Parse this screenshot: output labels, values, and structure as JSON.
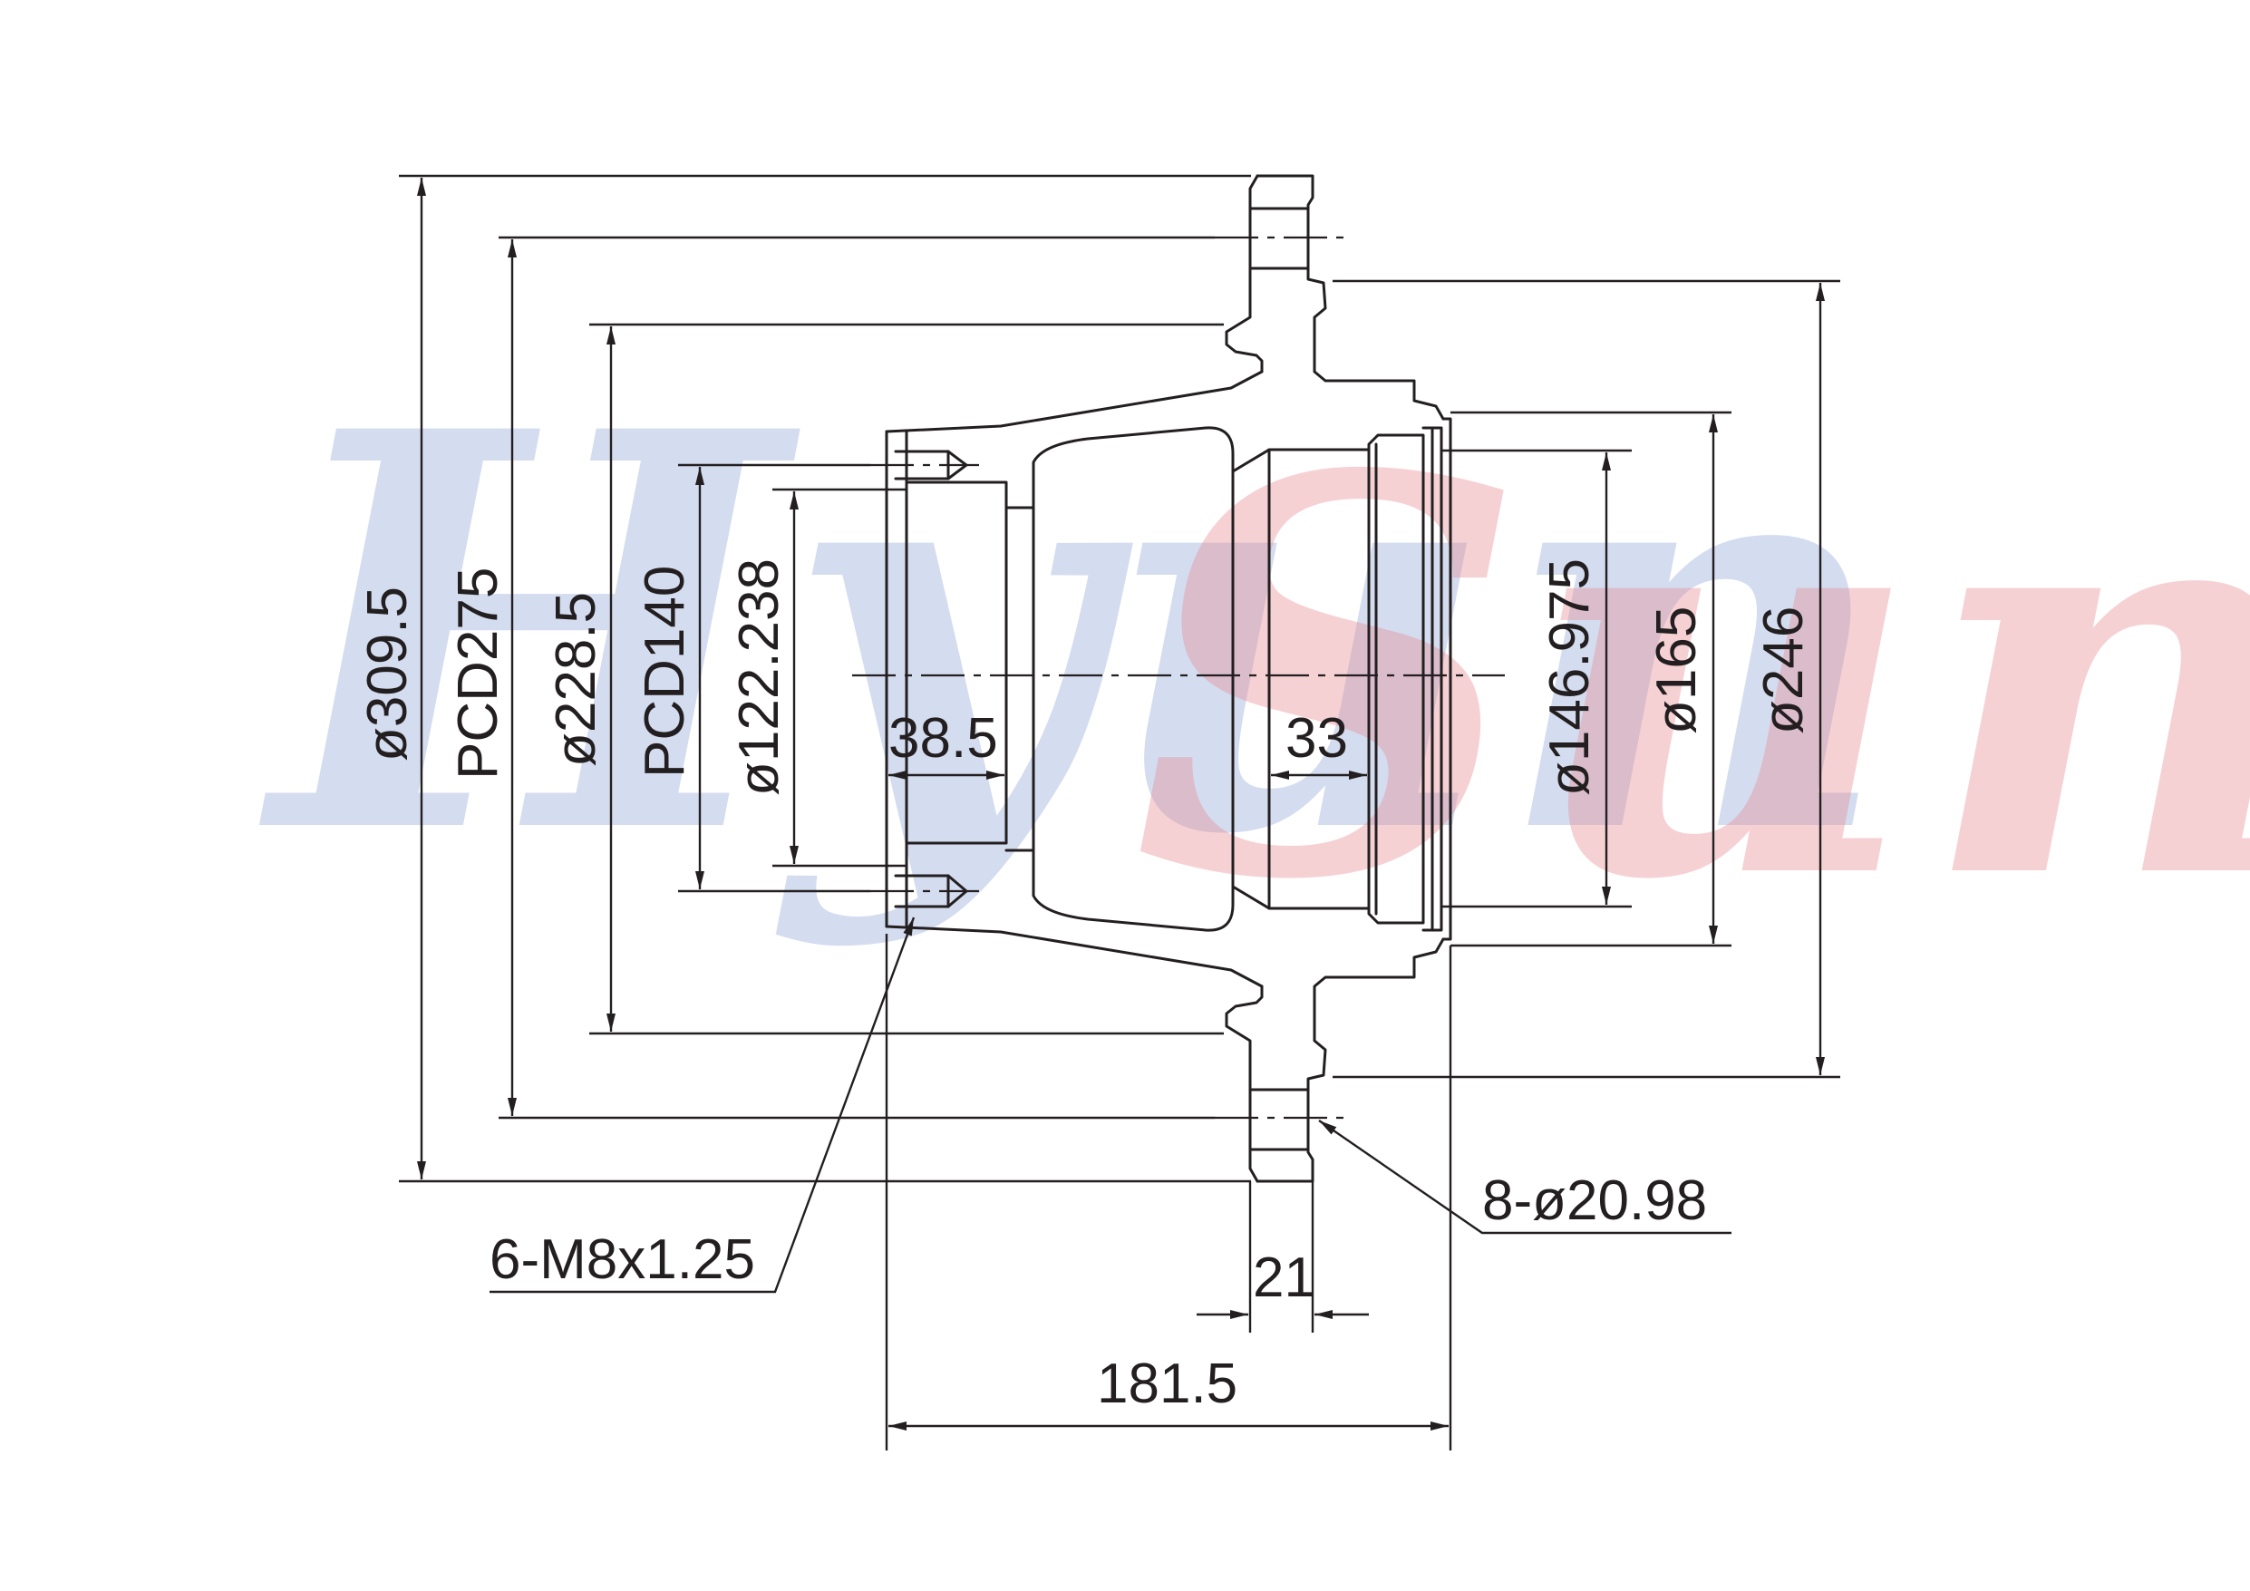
{
  "drawing": {
    "dimensions": {
      "d_outer": "ø309.5",
      "pcd_outer": "PCD275",
      "d_228": "ø228.5",
      "pcd_inner": "PCD140",
      "d_122": "ø122.238",
      "len_38": "38.5",
      "len_33": "33",
      "d_146": "ø146.975",
      "d_165": "ø165",
      "d_246": "ø246",
      "holes": "8-ø20.98",
      "thread": "6-M8x1.25",
      "flange_thk": "21",
      "overall_len": "181.5"
    },
    "watermark": {
      "text_left": "Hyun",
      "text_right": "Sung",
      "color_left": "#8fa4d6",
      "color_right": "#e8898f"
    }
  }
}
